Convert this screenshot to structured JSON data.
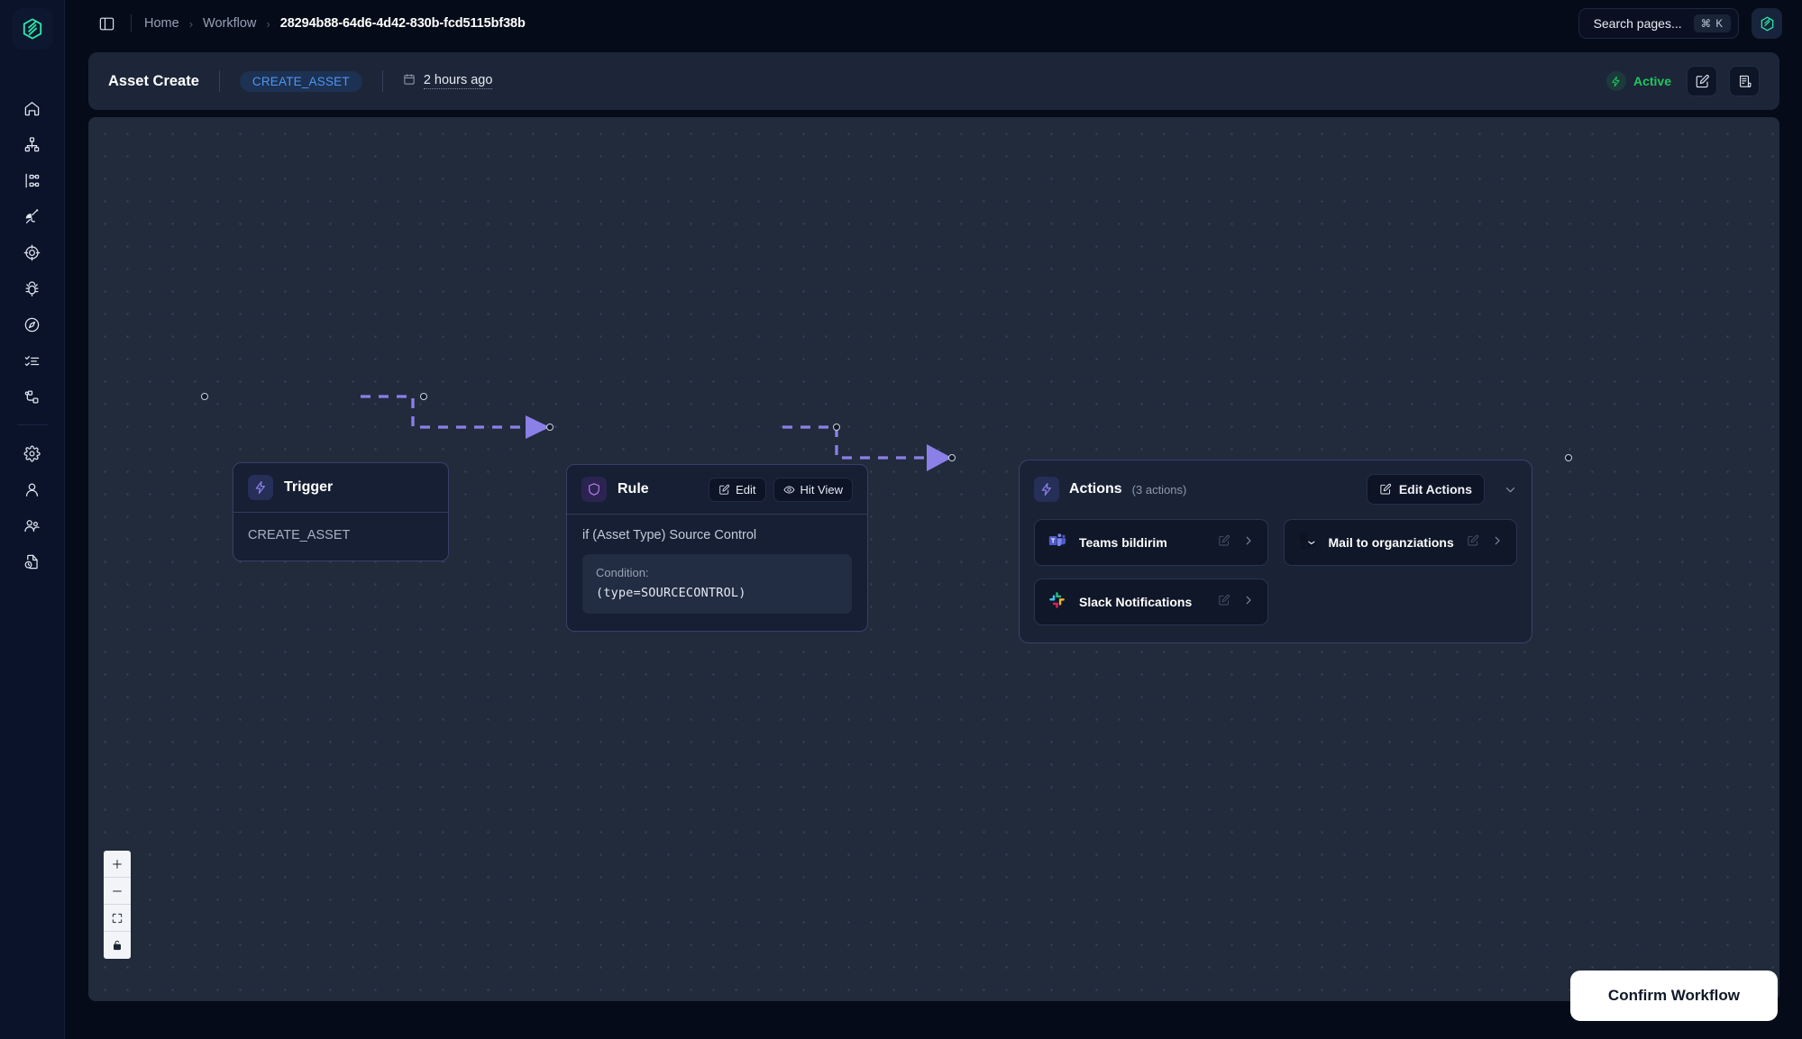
{
  "app": {
    "logo_icon": "brand-hexagon-logo",
    "panel_toggle_icon": "panel-collapse-icon"
  },
  "sidebar": {
    "items": [
      {
        "icon": "home-icon",
        "name": "home"
      },
      {
        "icon": "sitemap-icon",
        "name": "assets"
      },
      {
        "icon": "list-tree-icon",
        "name": "inventory"
      },
      {
        "icon": "satellite-dish-icon",
        "name": "discovery"
      },
      {
        "icon": "target-icon",
        "name": "targets"
      },
      {
        "icon": "bug-icon",
        "name": "vulnerabilities"
      },
      {
        "icon": "compass-icon",
        "name": "explore"
      },
      {
        "icon": "checklist-icon",
        "name": "tasks"
      },
      {
        "icon": "workflow-nodes-icon",
        "name": "workflows"
      },
      {
        "icon": "gear-icon",
        "name": "settings"
      },
      {
        "icon": "user-icon",
        "name": "profile"
      },
      {
        "icon": "users-icon",
        "name": "teams"
      },
      {
        "icon": "file-clock-icon",
        "name": "audit-log"
      }
    ]
  },
  "topbar": {
    "breadcrumb": [
      "Home",
      "Workflow",
      "28294b88-64d6-4d42-830b-fcd5115bf38b"
    ],
    "separator": "›",
    "search": {
      "label": "Search pages...",
      "shortcut": "⌘ K",
      "icon": "search-icon"
    },
    "avatar_icon": "brand-hexagon-logo"
  },
  "workflow_header": {
    "title": "Asset Create",
    "badge": "CREATE_ASSET",
    "time_icon": "calendar-icon",
    "time": "2 hours ago",
    "status": "Active",
    "status_icon": "lightning-icon",
    "status_color": "#22c55e",
    "edit_icon": "edit-square-icon",
    "log_icon": "document-log-icon"
  },
  "canvas": {
    "trigger": {
      "icon": "lightning-icon",
      "title": "Trigger",
      "value": "CREATE_ASSET"
    },
    "rule": {
      "icon": "shield-icon",
      "title": "Rule",
      "edit_label": "Edit",
      "edit_icon": "edit-square-icon",
      "hitview_label": "Hit View",
      "hitview_icon": "eye-icon",
      "if_text": "if (Asset Type) Source Control",
      "condition_label": "Condition:",
      "condition_value": "(type=SOURCECONTROL)"
    },
    "actions": {
      "icon": "lightning-icon",
      "title": "Actions",
      "count": "(3 actions)",
      "edit_label": "Edit Actions",
      "edit_icon": "edit-square-icon",
      "collapse_icon": "chevron-down-icon",
      "items": [
        {
          "label": "Teams bildirim",
          "icon": "microsoft-teams-icon"
        },
        {
          "label": "Mail to organziations",
          "icon": "mail-server-icon"
        },
        {
          "label": "Slack Notifications",
          "icon": "slack-icon"
        }
      ]
    },
    "zoom_controls": [
      {
        "icon": "plus-icon",
        "name": "zoom-in"
      },
      {
        "icon": "minus-icon",
        "name": "zoom-out"
      },
      {
        "icon": "fit-view-icon",
        "name": "fit-view"
      },
      {
        "icon": "lock-icon",
        "name": "toggle-interactivity"
      }
    ]
  },
  "footer": {
    "confirm_label": "Confirm Workflow"
  },
  "colors": {
    "accent_green": "#22c55e",
    "accent_indigo": "#8b7fe8",
    "badge_blue": "#4d96f0",
    "canvas_bg": "#212b3b"
  }
}
